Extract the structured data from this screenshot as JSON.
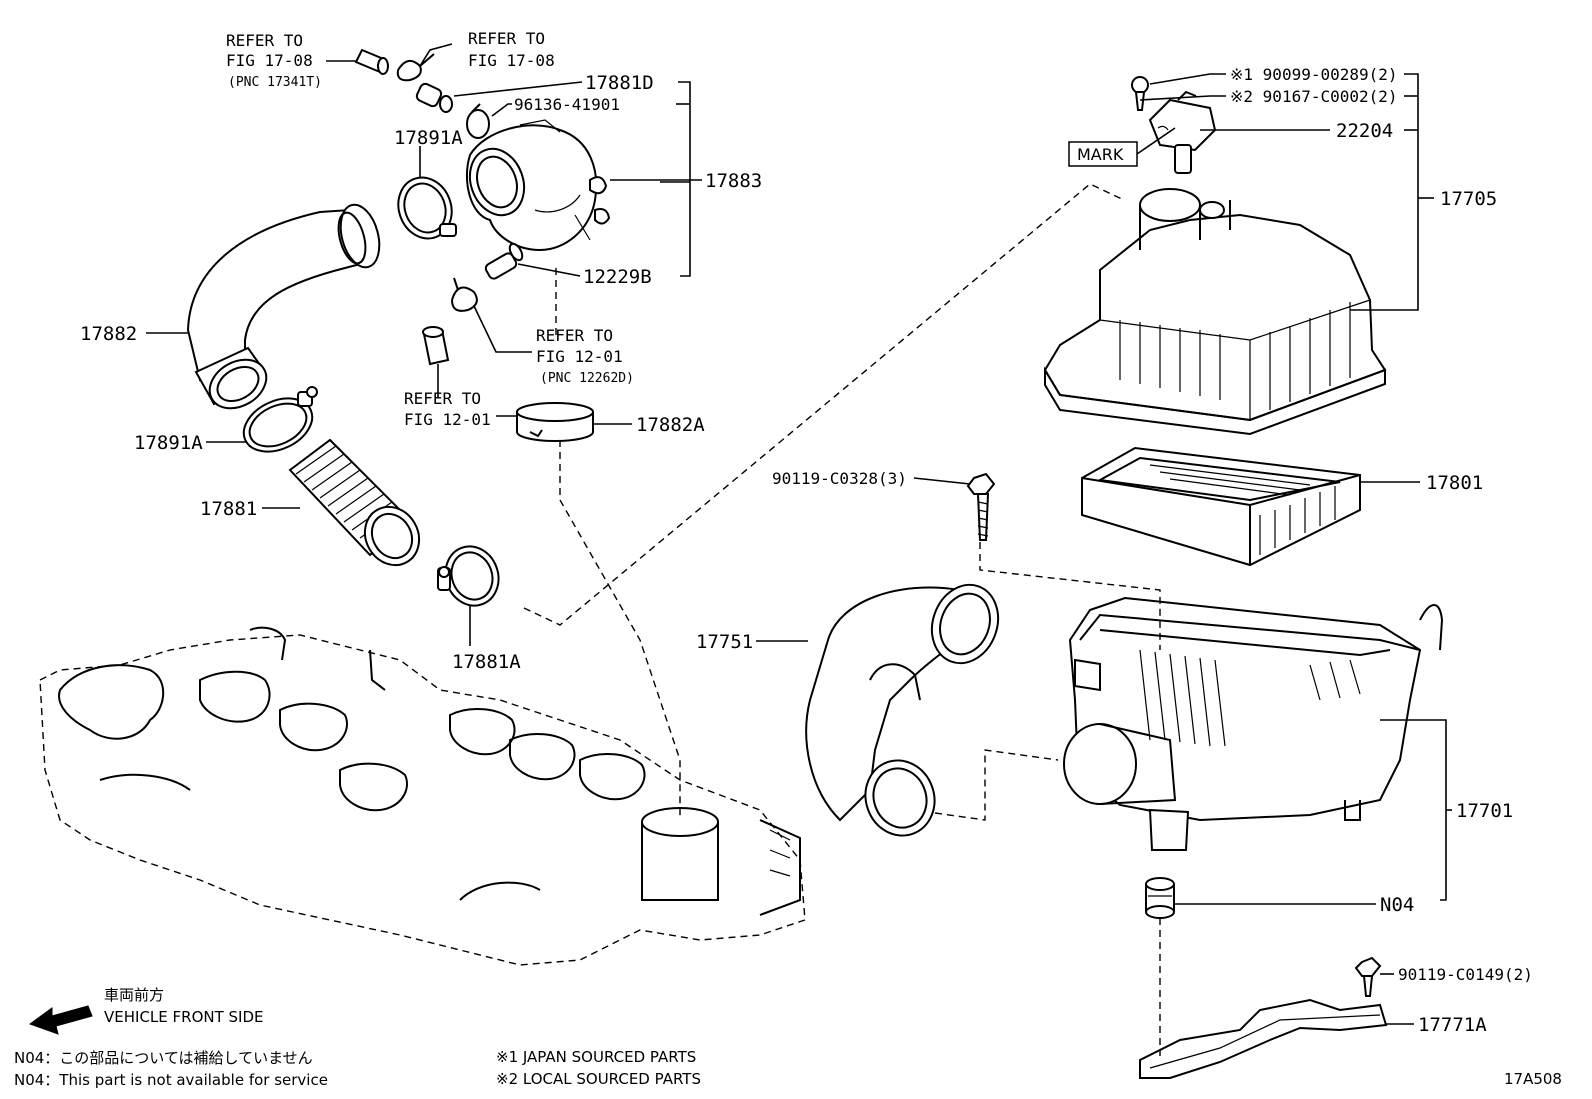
{
  "labels": {
    "refer_17_08_a": "REFER TO",
    "refer_17_08_a2": "FIG 17-08",
    "refer_17_08_a3": "(PNC 17341T)",
    "refer_17_08_b": "REFER TO",
    "refer_17_08_b2": "FIG 17-08",
    "p17881D": "17881D",
    "p96136": "96136-41901",
    "p17891A_top": "17891A",
    "p17883": "17883",
    "p12229B": "12229B",
    "refer_12_01_a": "REFER TO",
    "refer_12_01_a2": "FIG 12-01",
    "refer_12_01_a3": "(PNC 12262D)",
    "refer_12_01_b": "REFER TO",
    "refer_12_01_b2": "FIG 12-01",
    "p17882A": "17882A",
    "p17882": "17882",
    "p17891A_low": "17891A",
    "p17881": "17881",
    "p17881A": "17881A",
    "p90099": "※1  90099-00289(2)",
    "p90167": "※2  90167-C0002(2)",
    "mark": "MARK",
    "p22204": "22204",
    "p17705": "17705",
    "p90119_c0328": "90119-C0328(3)",
    "p17801": "17801",
    "p17751": "17751",
    "p17701": "17701",
    "pN04": "N04",
    "p90119_c0149": "90119-C0149(2)",
    "p17771A": "17771A"
  },
  "legend": {
    "front_jp": "車両前方",
    "front_en": "VEHICLE FRONT SIDE",
    "n04_jp": "N04：この部品については補給していません",
    "n04_en": "N04：This part is not available for service",
    "note1": "※1  JAPAN SOURCED PARTS",
    "note2": "※2  LOCAL SOURCED PARTS",
    "fig_id": "17A508"
  }
}
